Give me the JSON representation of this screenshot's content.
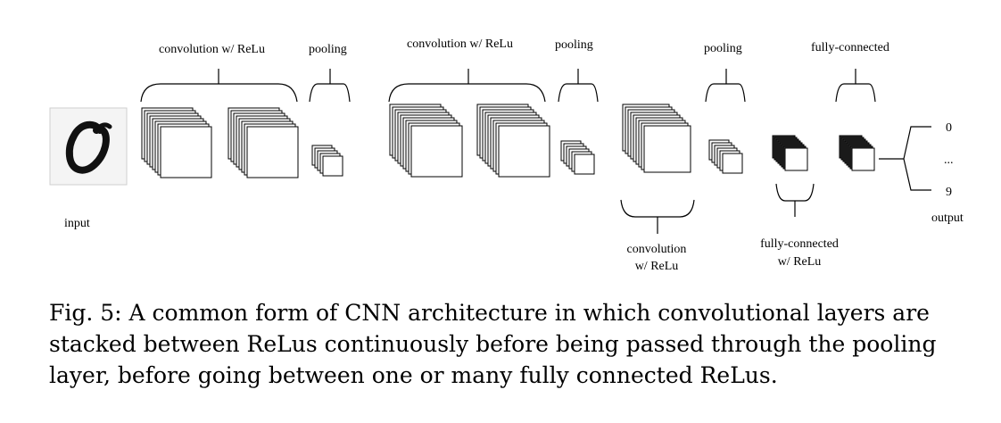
{
  "labels": {
    "input": "input",
    "conv1": "convolution w/ ReLu",
    "pool1": "pooling",
    "conv2": "convolution w/ ReLu",
    "pool2": "pooling",
    "conv3_line1": "convolution",
    "conv3_line2": "w/ ReLu",
    "pool3": "pooling",
    "fc_top": "fully-connected",
    "fc_relu_line1": "fully-connected",
    "fc_relu_line2": "w/ ReLu",
    "output": "output",
    "out_first": "0",
    "out_dots": "...",
    "out_last": "9"
  },
  "caption": "Fig. 5: A common form of CNN architecture in which convolutional layers are stacked between ReLus continuously before being passed through the pooling layer, before going between one or many fully connected ReLus."
}
